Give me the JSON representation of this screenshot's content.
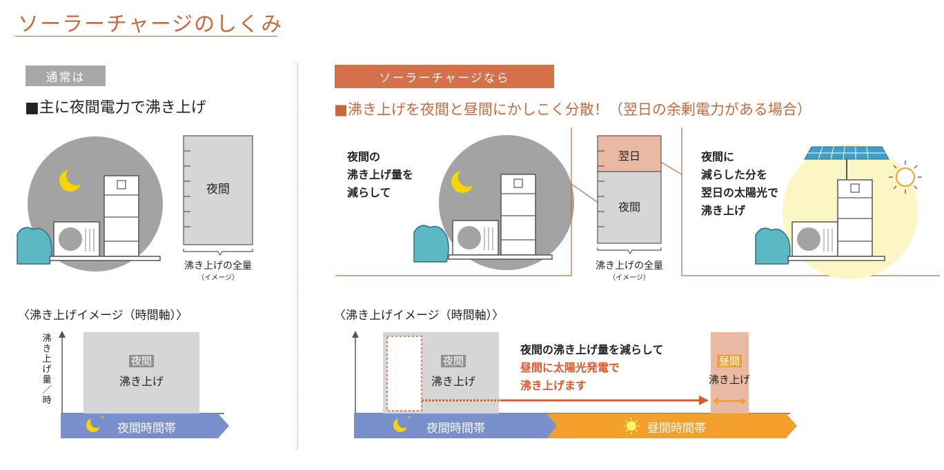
{
  "page": {
    "title": "ソーラーチャージのしくみ"
  },
  "left": {
    "label": "通常は",
    "headline": "■主に夜間電力で沸き上げ",
    "bar_label": "夜間",
    "caption_main": "沸き上げの全量",
    "caption_sub": "（イメージ）",
    "timeline_title": "〈沸き上げイメージ（時間軸）〉",
    "yaxis_label": "沸き上げ量／時",
    "block_tag": "夜間",
    "block_text": "沸き上げ",
    "night_band": "夜間時間帯"
  },
  "right": {
    "label": "ソーラーチャージなら",
    "headline": "■沸き上げを夜間と昼間にかしこく分散！（翌日の余剰電力がある場合）",
    "note_left": [
      "夜間の",
      "沸き上げ量を",
      "減らして"
    ],
    "bar_top_label": "翌日",
    "bar_bottom_label": "夜間",
    "caption_main": "沸き上げの全量",
    "caption_sub": "（イメージ）",
    "note_right": [
      "夜間に",
      "減らした分を",
      "翌日の太陽光で",
      "沸き上げ"
    ],
    "timeline_title": "〈沸き上げイメージ（時間軸）〉",
    "night_tag": "夜間",
    "night_text": "沸き上げ",
    "shift_line1": "夜間の沸き上げ量を減らして",
    "shift_line2": "昼間に太陽光発電で",
    "shift_line3": "沸き上げます",
    "day_tag": "昼間",
    "day_text": "沸き上げ",
    "night_band": "夜間時間帯",
    "day_band": "昼間時間帯"
  },
  "colors": {
    "accent": "#c8683b",
    "label_gray": "#a8a8a8",
    "label_orange": "#d4704a",
    "bar_gray": "#d6d6d6",
    "bar_pink": "#eab9a3",
    "night_band": "#7a90cc",
    "day_band": "#f2a02b",
    "arrow": "#e0582a",
    "plant": "#5cb8c4",
    "sunlight": "#fbf6c4"
  },
  "icons": [
    "moon-icon",
    "sun-icon",
    "solar-panel-icon",
    "heat-pump-icon",
    "water-tank-icon",
    "plant-icon"
  ]
}
